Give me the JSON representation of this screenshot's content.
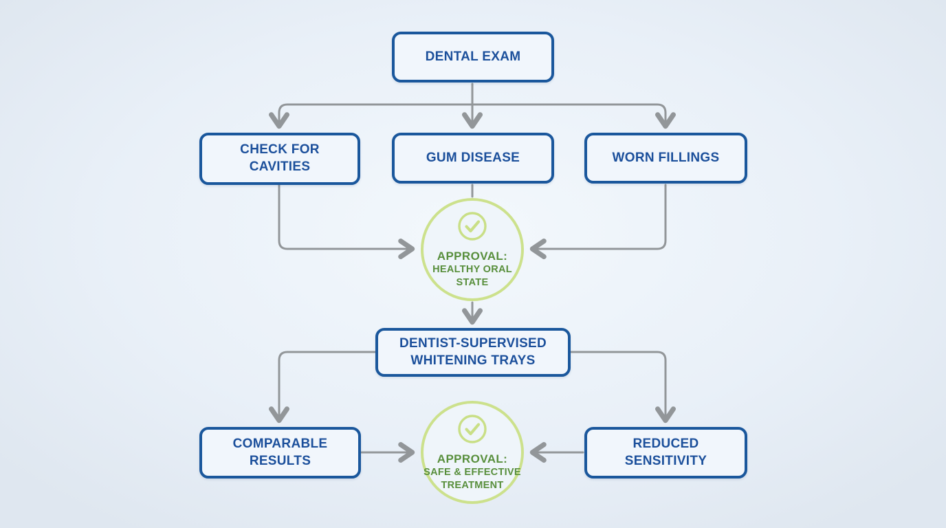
{
  "palette": {
    "bg_center": "#f3f8fc",
    "bg_mid": "#e9f0f8",
    "bg_edge": "#dfe7f0",
    "box_border": "#1a579c",
    "box_fill": "#f1f6fc",
    "box_text": "#1b4f9b",
    "line": "#929699",
    "circle_border": "#cce18c",
    "circle_fill": "#eff5fa",
    "circle_text": "#578e3b",
    "check_icon": "#c9df86"
  },
  "nodes": {
    "dental_exam": {
      "label": "DENTAL EXAM"
    },
    "check_cavities": {
      "label": "CHECK FOR CAVITIES"
    },
    "gum_disease": {
      "label": "GUM DISEASE"
    },
    "worn_fillings": {
      "label": "WORN FILLINGS"
    },
    "approval_oral": {
      "title": "APPROVAL:",
      "subtitle": "HEALTHY ORAL STATE",
      "icon": "check-circle-icon"
    },
    "whitening_trays": {
      "label": "DENTIST-SUPERVISED WHITENING TRAYS"
    },
    "comparable_results": {
      "label": "COMPARABLE RESULTS"
    },
    "reduced_sensitivity": {
      "label": "REDUCED SENSITIVITY"
    },
    "approval_treatment": {
      "title": "APPROVAL:",
      "subtitle": "SAFE & EFFECTIVE TREATMENT",
      "icon": "check-circle-icon"
    }
  },
  "edges": [
    {
      "from": "dental_exam",
      "to": "check_cavities"
    },
    {
      "from": "dental_exam",
      "to": "gum_disease"
    },
    {
      "from": "dental_exam",
      "to": "worn_fillings"
    },
    {
      "from": "check_cavities",
      "to": "approval_oral"
    },
    {
      "from": "gum_disease",
      "to": "approval_oral"
    },
    {
      "from": "worn_fillings",
      "to": "approval_oral"
    },
    {
      "from": "approval_oral",
      "to": "whitening_trays"
    },
    {
      "from": "whitening_trays",
      "to": "comparable_results"
    },
    {
      "from": "whitening_trays",
      "to": "reduced_sensitivity"
    },
    {
      "from": "comparable_results",
      "to": "approval_treatment"
    },
    {
      "from": "reduced_sensitivity",
      "to": "approval_treatment"
    }
  ]
}
